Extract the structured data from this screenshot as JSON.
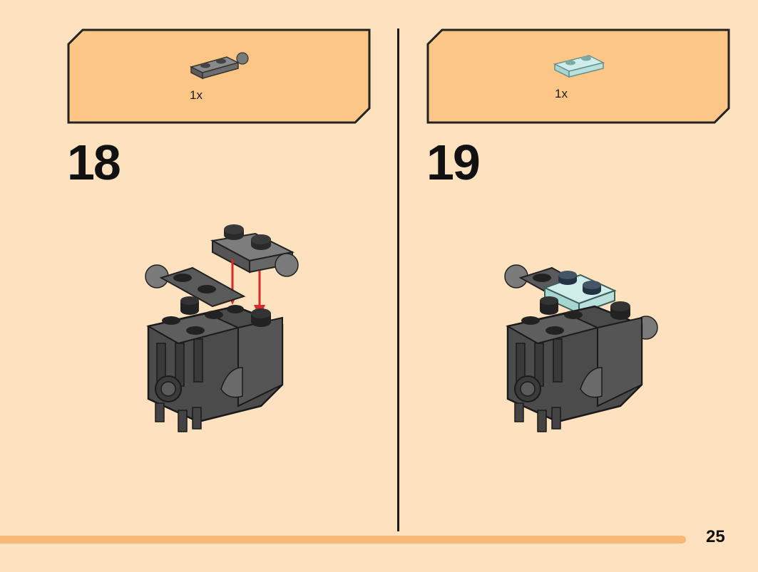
{
  "steps": [
    {
      "number": "18",
      "part_quantity": "1x",
      "part_name": "dark-gray-plate-1x2-with-ball",
      "part_color": "#6b6b6b"
    },
    {
      "number": "19",
      "part_quantity": "1x",
      "part_name": "trans-light-blue-plate-1x2",
      "part_color": "#bde6e2"
    }
  ],
  "colors": {
    "background": "#fee2bf",
    "callout_fill": "#fcc686",
    "bottom_bar": "#f8b877",
    "arrow": "#d62b2b",
    "brick_dark": "#4b4b4b"
  },
  "page_number": "25"
}
